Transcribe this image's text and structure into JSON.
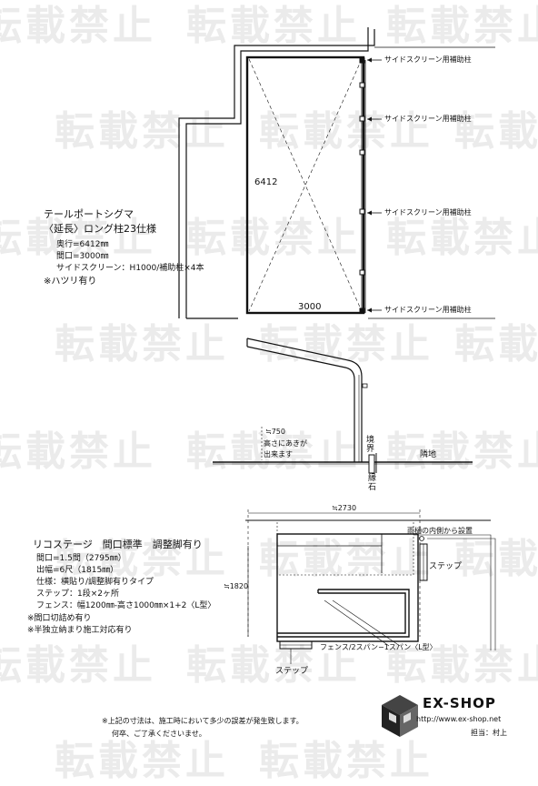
{
  "watermark": {
    "text": "転載禁止",
    "color": "#ebebeb"
  },
  "carport": {
    "title": "テールポートシグマ",
    "subtitle": "〈延長〉ロング柱23仕様",
    "specs": [
      "奥行=6412㎜",
      "間口=3000㎜",
      "サイドスクリーン：H1000/補助柱×4本",
      "※ハツリ有り"
    ],
    "depth_label": "6412",
    "width_label": "3000",
    "post_label": "サイドスクリーン用補助柱"
  },
  "section": {
    "height_note_1": "≒750",
    "height_note_2": "高さにあきが",
    "height_note_3": "出来ます",
    "boundary": "境界",
    "neighbor": "隣地",
    "curb": "縁石"
  },
  "stage": {
    "title": "リコステージ　間口標準　調整脚有り",
    "specs": [
      "間口=1.5間（2795㎜）",
      "出幅=6尺（1815㎜）",
      "仕様：横貼り/調整脚有りタイプ",
      "ステップ：1段×2ヶ所",
      "フェンス：幅1200㎜-高さ1000㎜×1+2〈L型〉"
    ],
    "notes": [
      "※間口切詰め有り",
      "※半独立納まり施工対応有り"
    ],
    "width_dim": "≒2730",
    "height_dim": "≒1820",
    "eave_note": "雨樋の内側から設置",
    "step_right": "ステップ",
    "step_bottom": "ステップ",
    "fence_label": "フェンス/2スパン−1スパン〈L型〉"
  },
  "footer": {
    "note_line1": "※上記の寸法は、施工時において多少の誤差が発生致します。",
    "note_line2": "何卒、ご了承くださいませ。",
    "brand": "EX-SHOP",
    "url": "http://www.ex-shop.net",
    "staff": "担当：村上"
  }
}
